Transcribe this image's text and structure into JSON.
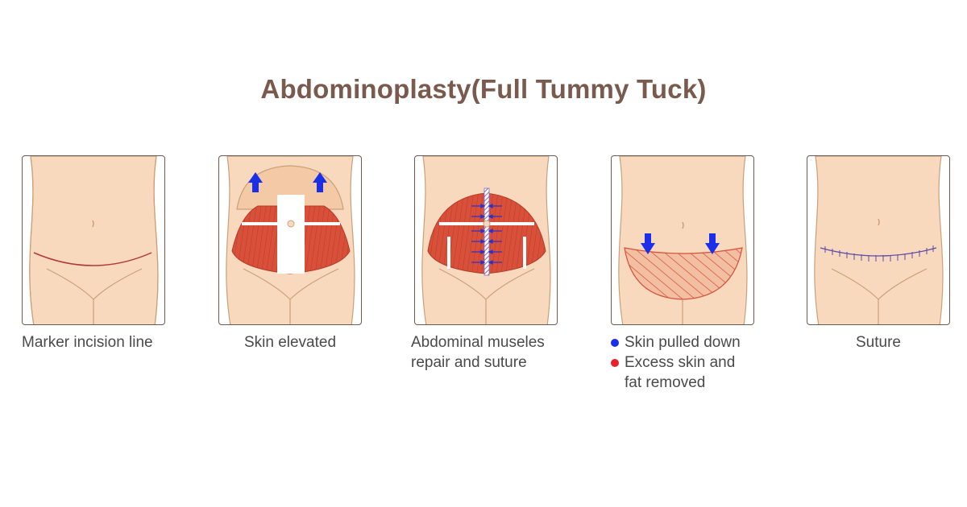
{
  "title": "Abdominoplasty(Full Tummy Tuck)",
  "colors": {
    "title": "#7a5a4d",
    "skin": "#f8d9bd",
    "outline": "#caa07a",
    "muscle": "#d8503a",
    "arrow": "#1a2fe8",
    "bullet_blue": "#1a2fe8",
    "bullet_red": "#e8202a"
  },
  "steps": [
    {
      "caption": [
        "Marker incision line"
      ]
    },
    {
      "caption": [
        "Skin elevated"
      ]
    },
    {
      "caption": [
        "Abdominal museles",
        "repair and suture"
      ]
    },
    {
      "caption_items": [
        {
          "bullet": "blue",
          "text": [
            "Skin pulled down"
          ]
        },
        {
          "bullet": "red",
          "text": [
            "Excess skin and",
            "fat removed"
          ]
        }
      ]
    },
    {
      "caption": [
        "Suture"
      ]
    }
  ]
}
